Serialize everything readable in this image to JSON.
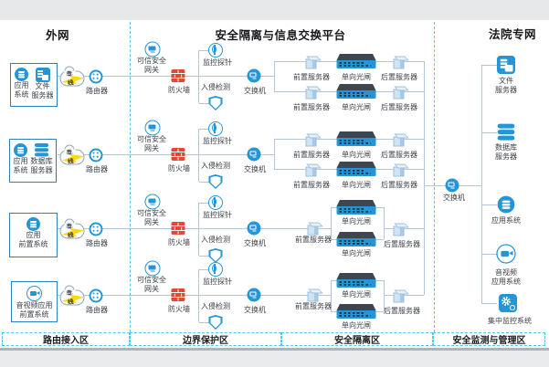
{
  "titles": {
    "outer": "外网",
    "platform": "安全隔离与信息交换平台",
    "court": "法院专网"
  },
  "zones": [
    "路由接入区",
    "边界保护区",
    "安全隔离区",
    "安全监测与管理区"
  ],
  "node_labels": {
    "dedicated_line": "专线",
    "router": "路由器",
    "trusted_gateway": [
      "可信安全",
      "网关"
    ],
    "firewall": "防火墙",
    "probe": "监控探针",
    "ids": "入侵检测",
    "switch": "交换机",
    "front_server": "前置服务器",
    "one_way_gate": "单向光闸",
    "rear_server": "后置服务器"
  },
  "external_rows": [
    {
      "id": "app-file",
      "columns": [
        {
          "icon": "app",
          "lines": [
            "应用",
            "系统"
          ]
        },
        {
          "icon": "file",
          "lines": [
            "文件",
            "服务器"
          ]
        }
      ]
    },
    {
      "id": "app-db",
      "columns": [
        {
          "icon": "app",
          "lines": [
            "应用",
            "系统"
          ]
        },
        {
          "icon": "db",
          "lines": [
            "数据库",
            "服务器"
          ]
        }
      ]
    },
    {
      "id": "app-front",
      "columns": [
        {
          "icon": "app",
          "lines": [
            "应用",
            "前置系统"
          ]
        }
      ]
    },
    {
      "id": "av-front",
      "columns": [
        {
          "icon": "cam",
          "lines": [
            "音视频应用",
            "前置系统"
          ]
        }
      ]
    }
  ],
  "court_systems": [
    {
      "id": "file-server",
      "icon": "file",
      "lines": [
        "文件",
        "服务器"
      ]
    },
    {
      "id": "database-server",
      "icon": "db",
      "lines": [
        "数据库",
        "服务器"
      ]
    },
    {
      "id": "app-system",
      "icon": "app",
      "lines": [
        "应用系统"
      ]
    },
    {
      "id": "av-app-system",
      "icon": "cam",
      "lines": [
        "音视频",
        "应用系统"
      ]
    },
    {
      "id": "central-monitoring-system",
      "icon": "monitor",
      "lines": [
        "集中监控系统"
      ]
    }
  ],
  "colors": {
    "accent_blue": "#2496d8",
    "firewall_red": "#e0483a",
    "bolt_yellow": "#ffd814",
    "line": "#b3c5d8",
    "dashed_cyan": "#57c5ec",
    "box_border_blue": "#2e7fc0",
    "device_dark": "#3e4652",
    "band_gray": "#e6e8ea"
  }
}
